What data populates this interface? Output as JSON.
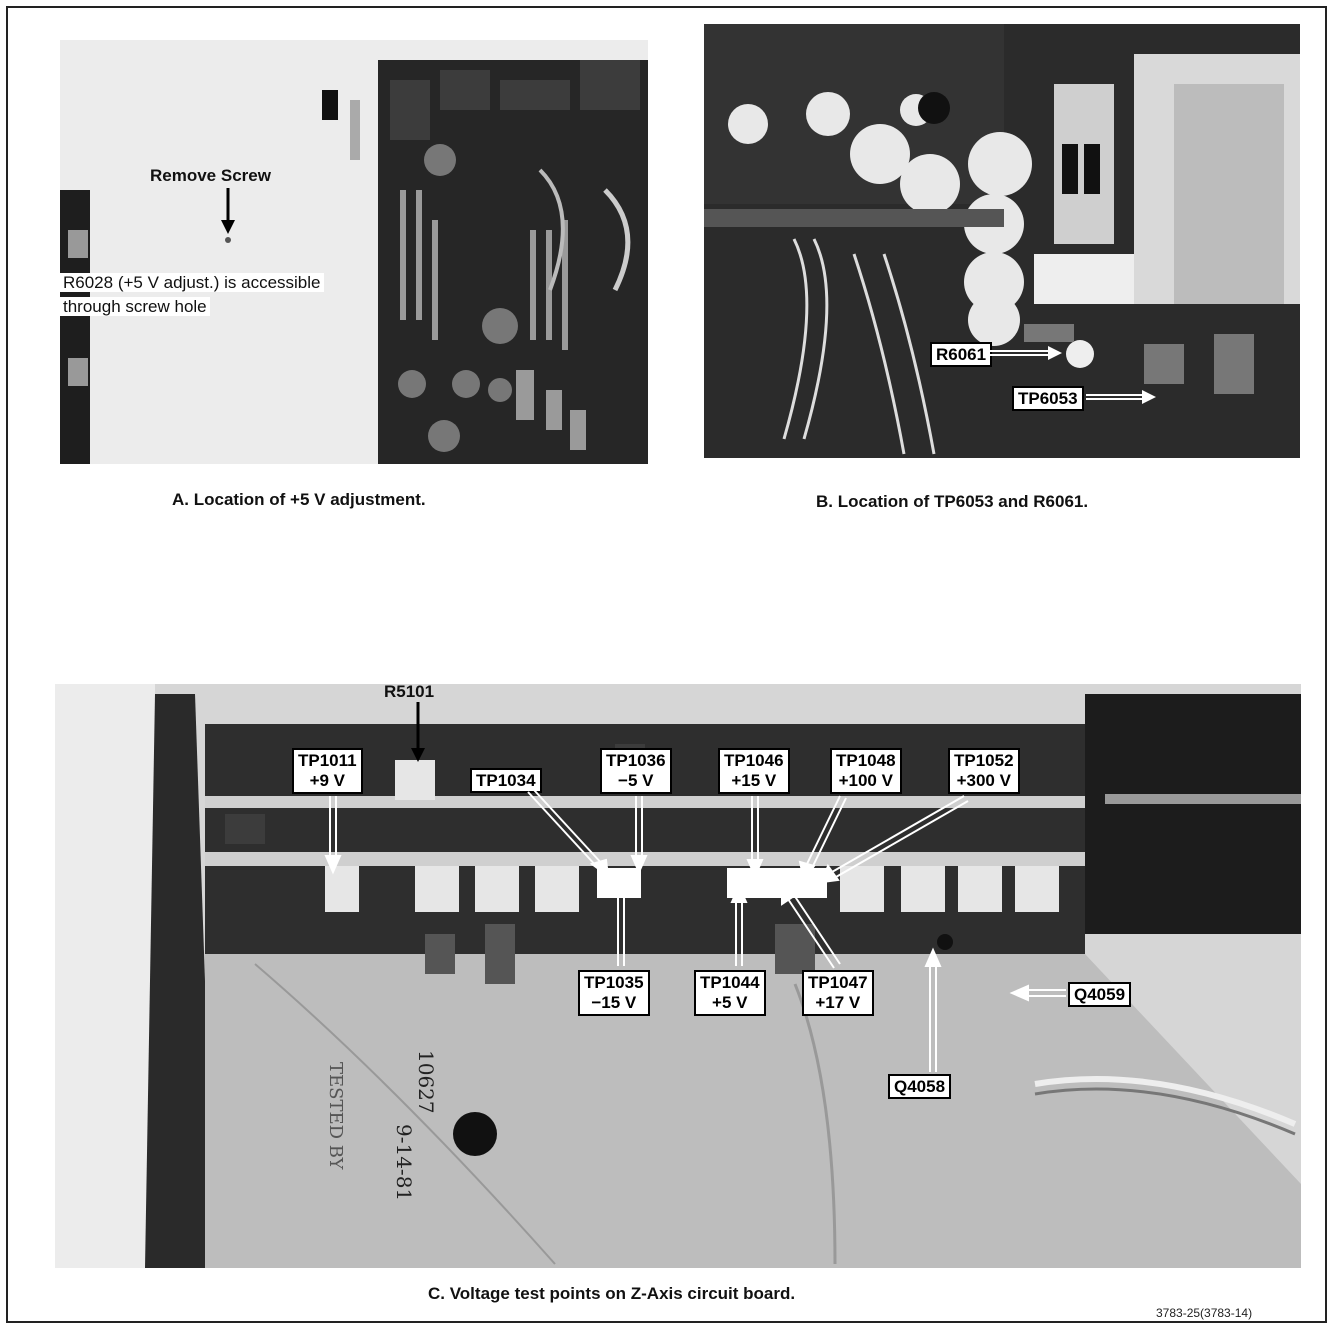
{
  "figure_a": {
    "remove_screw": "Remove Screw",
    "note_line1": "R6028 (+5 V adjust.) is accessible",
    "note_line2": "through screw hole",
    "caption": "A. Location of +5 V adjustment."
  },
  "figure_b": {
    "r6061": "R6061",
    "tp6053": "TP6053",
    "caption": "B. Location of TP6053 and R6061."
  },
  "figure_c": {
    "r5101": "R5101",
    "tp1011": {
      "name": "TP1011",
      "voltage": "+9 V"
    },
    "tp1034": "TP1034",
    "tp1036": {
      "name": "TP1036",
      "voltage": "−5 V"
    },
    "tp1046": {
      "name": "TP1046",
      "voltage": "+15 V"
    },
    "tp1048": {
      "name": "TP1048",
      "voltage": "+100 V"
    },
    "tp1052": {
      "name": "TP1052",
      "voltage": "+300 V"
    },
    "tp1035": {
      "name": "TP1035",
      "voltage": "−15 V"
    },
    "tp1044": {
      "name": "TP1044",
      "voltage": "+5 V"
    },
    "tp1047": {
      "name": "TP1047",
      "voltage": "+17 V"
    },
    "q4059": "Q4059",
    "q4058": "Q4058",
    "tested_by": "TESTED BY",
    "serial": "10627",
    "date": "9-14-81",
    "caption": "C. Voltage test points on Z-Axis circuit board."
  },
  "figure_id": "3783-25(3783-14)"
}
